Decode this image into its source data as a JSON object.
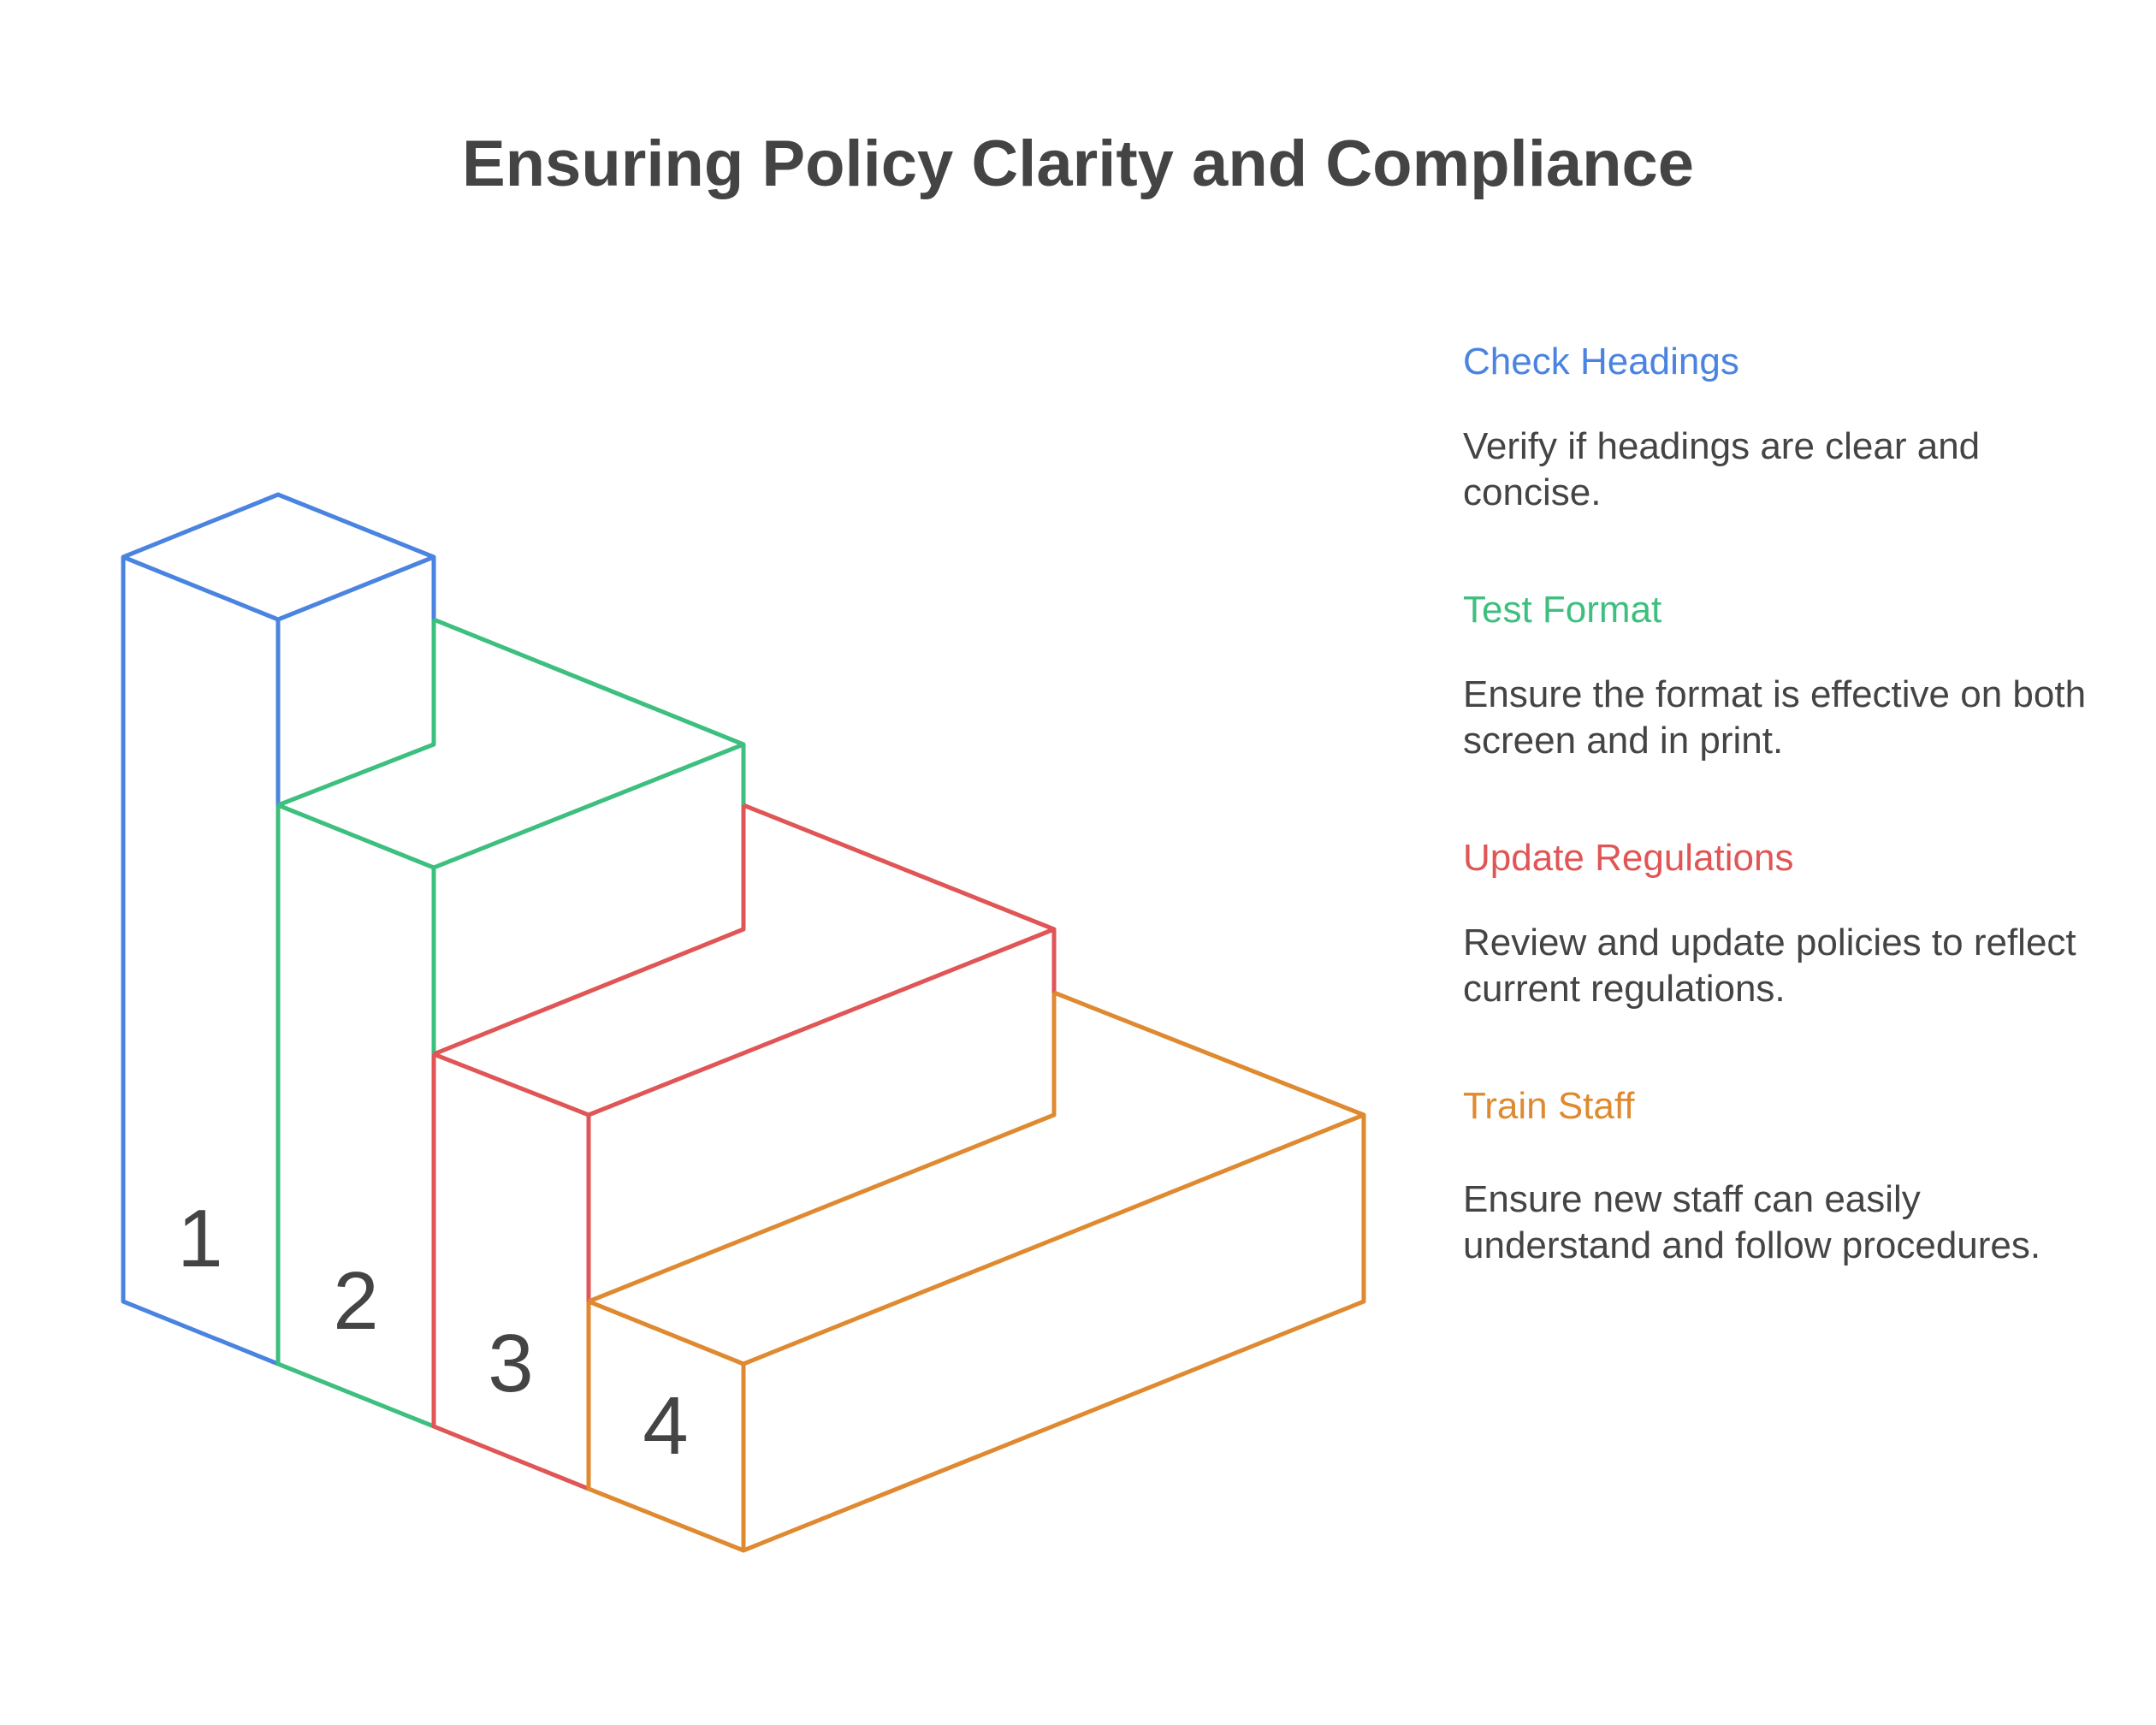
{
  "title": "Ensuring Policy Clarity and Compliance",
  "steps": [
    {
      "number": "1",
      "label": "Check Headings",
      "description": "Verify if headings are clear and concise.",
      "color": "#4a84e0"
    },
    {
      "number": "2",
      "label": "Test Format",
      "description": "Ensure the format is effective on both screen and in print.",
      "color": "#3dbf7f"
    },
    {
      "number": "3",
      "label": "Update Regulations",
      "description": "Review and update policies to reflect current regulations.",
      "color": "#e05555"
    },
    {
      "number": "4",
      "label": "Train Staff",
      "description": "Ensure new staff can easily understand and follow procedures.",
      "color": "#df8a30"
    }
  ]
}
